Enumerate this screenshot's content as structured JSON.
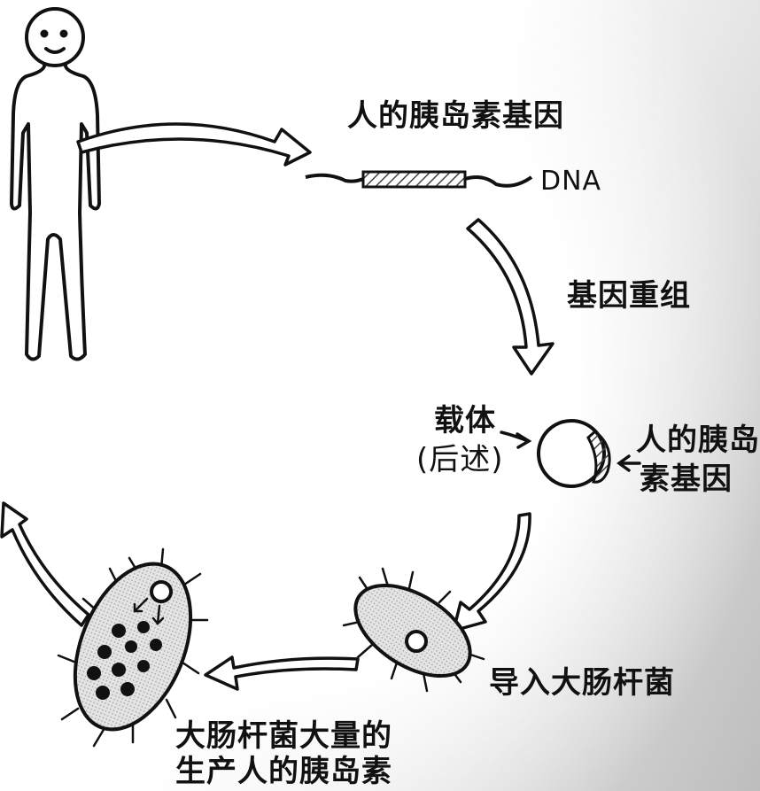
{
  "labels": {
    "insulin_gene_top": "人的胰岛素基因",
    "dna": "DNA",
    "recombination": "基因重组",
    "vector_line1": "载体",
    "vector_line2": "(后述)",
    "insulin_gene_right_line1": "人的胰岛",
    "insulin_gene_right_line2": "素基因",
    "introduce_ecoli": "导入大肠杆菌",
    "mass_production_line1": "大肠杆菌大量的",
    "mass_production_line2": "生产人的胰岛素"
  },
  "colors": {
    "ink": "#111111",
    "bacteria_fill": "#d8d8d8",
    "gene_hatch": "#555555",
    "shade": "#bdbdbd"
  }
}
